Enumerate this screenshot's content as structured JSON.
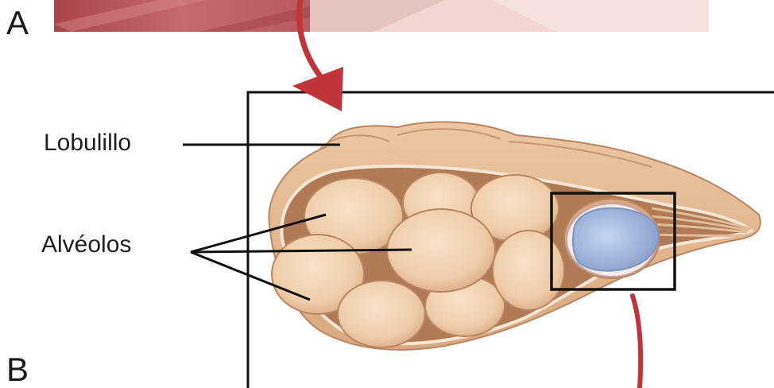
{
  "panels": {
    "top": "A",
    "bottom": "B"
  },
  "labels": {
    "lobule": "Lobulillo",
    "alveoli": "Alvéolos"
  },
  "colors": {
    "muscle_red": "#b95a5e",
    "skin_pink": "#efd3d0",
    "lobule_tan": "#e3b68e",
    "alveolus_cream": "#f1d2b2",
    "duct_blue": "#a9bde0",
    "arrow_red": "#c0343a",
    "outline": "#111111"
  }
}
